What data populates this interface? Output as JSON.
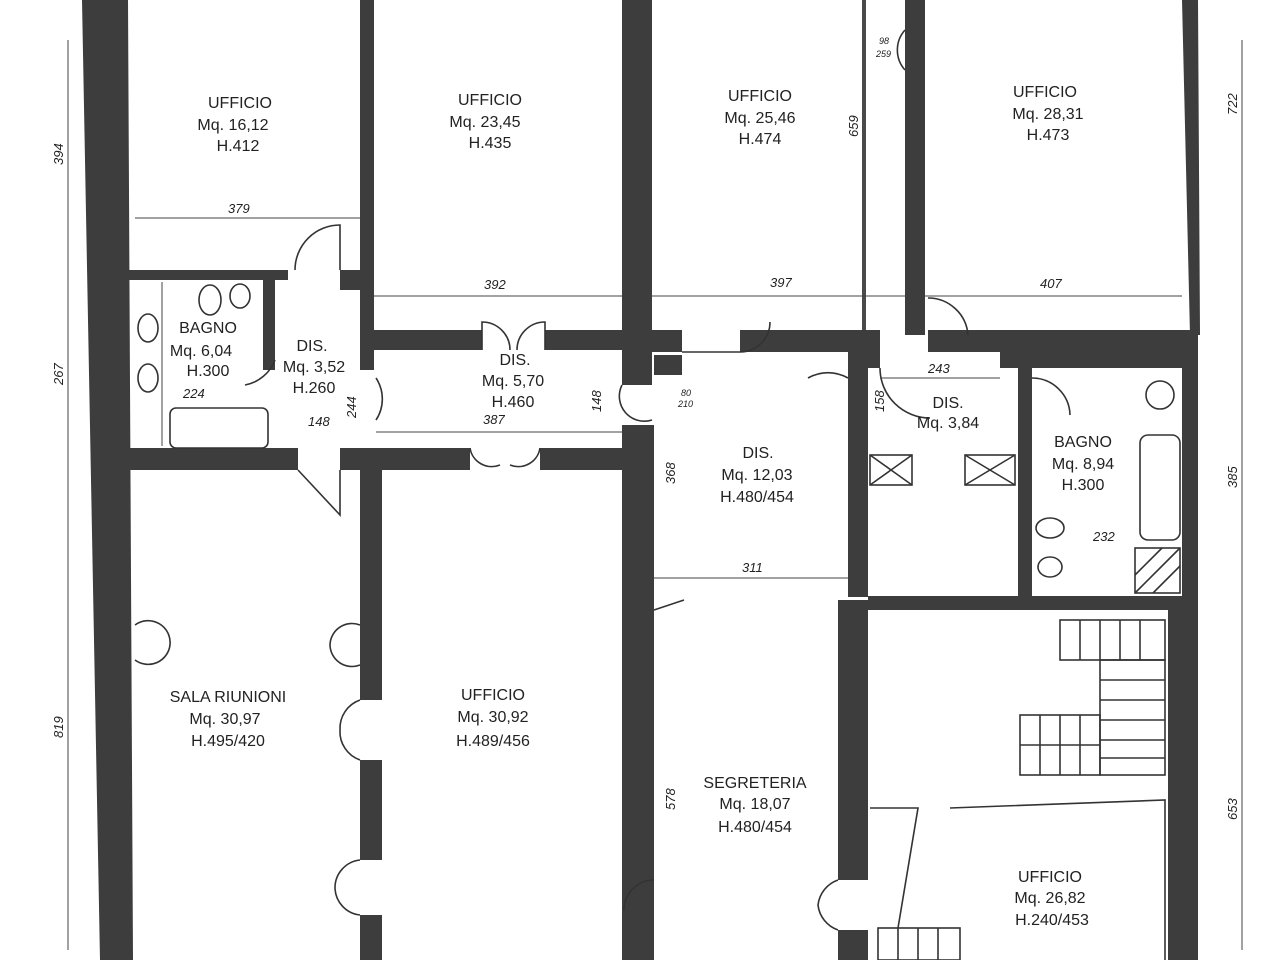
{
  "rooms": {
    "ufficio_1": {
      "name": "UFFICIO",
      "area": "Mq. 16,12",
      "height": "H.412"
    },
    "ufficio_2": {
      "name": "UFFICIO",
      "area": "Mq. 23,45",
      "height": "H.435"
    },
    "ufficio_3": {
      "name": "UFFICIO",
      "area": "Mq. 25,46",
      "height": "H.474"
    },
    "ufficio_4": {
      "name": "UFFICIO",
      "area": "Mq. 28,31",
      "height": "H.473"
    },
    "bagno_1": {
      "name": "BAGNO",
      "area": "Mq. 6,04",
      "height": "H.300"
    },
    "dis_1": {
      "name": "DIS.",
      "area": "Mq. 3,52",
      "height": "H.260"
    },
    "dis_2": {
      "name": "DIS.",
      "area": "Mq. 5,70",
      "height": "H.460"
    },
    "dis_3": {
      "name": "DIS.",
      "area": "Mq. 12,03",
      "height": "H.480/454"
    },
    "dis_4": {
      "name": "DIS.",
      "area": "Mq. 3,84"
    },
    "bagno_2": {
      "name": "BAGNO",
      "area": "Mq. 8,94",
      "height": "H.300"
    },
    "sala_riunioni": {
      "name": "SALA RIUNIONI",
      "area": "Mq. 30,97",
      "height": "H.495/420"
    },
    "ufficio_5": {
      "name": "UFFICIO",
      "area": "Mq. 30,92",
      "height": "H.489/456"
    },
    "segreteria": {
      "name": "SEGRETERIA",
      "area": "Mq. 18,07",
      "height": "H.480/454"
    },
    "ufficio_6": {
      "name": "UFFICIO",
      "area": "Mq. 26,82",
      "height": "H.240/453"
    }
  },
  "dimensions": {
    "d_379": "379",
    "d_392": "392",
    "d_397": "397",
    "d_407": "407",
    "d_224": "224",
    "d_148a": "148",
    "d_244": "244",
    "d_387": "387",
    "d_148b": "148",
    "d_243": "243",
    "d_158": "158",
    "d_368": "368",
    "d_311": "311",
    "d_232": "232",
    "d_578": "578",
    "d_659": "659",
    "d_394": "394",
    "d_267": "267",
    "d_819": "819",
    "d_722": "722",
    "d_385": "385",
    "d_653": "653",
    "door_80": "80",
    "door_210": "210",
    "door_98": "98",
    "door_259": "259"
  }
}
